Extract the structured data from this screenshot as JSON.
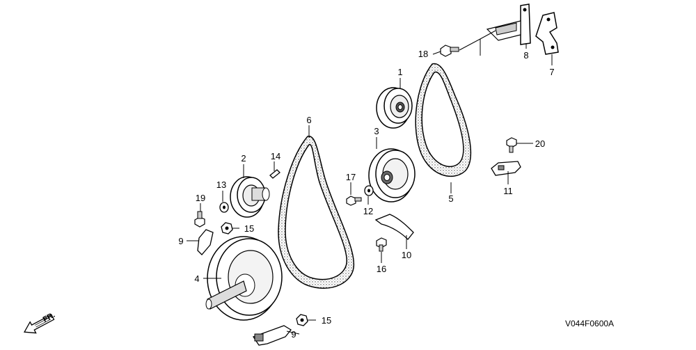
{
  "diagram_code": "V044F0600A",
  "front_indicator": "FR.",
  "callouts": [
    "1",
    "2",
    "3",
    "4",
    "5",
    "6",
    "7",
    "8",
    "9",
    "10",
    "11",
    "12",
    "13",
    "14",
    "15",
    "16",
    "17",
    "18",
    "19",
    "20",
    "9",
    "15"
  ],
  "parts": [
    {
      "ref": "1",
      "icon": "small-pulley-icon"
    },
    {
      "ref": "2",
      "icon": "pulley-icon"
    },
    {
      "ref": "3",
      "icon": "pulley-icon"
    },
    {
      "ref": "4",
      "icon": "large-pulley-shaft-icon"
    },
    {
      "ref": "5",
      "icon": "belt-icon"
    },
    {
      "ref": "6",
      "icon": "belt-icon"
    },
    {
      "ref": "7",
      "icon": "bracket-icon"
    },
    {
      "ref": "8",
      "icon": "bracket-icon"
    },
    {
      "ref": "9",
      "icon": "belt-guide-icon"
    },
    {
      "ref": "10",
      "icon": "belt-guard-icon"
    },
    {
      "ref": "11",
      "icon": "clip-icon"
    },
    {
      "ref": "12",
      "icon": "washer-icon"
    },
    {
      "ref": "13",
      "icon": "washer-icon"
    },
    {
      "ref": "14",
      "icon": "pin-icon"
    },
    {
      "ref": "15",
      "icon": "nut-icon"
    },
    {
      "ref": "16",
      "icon": "bolt-icon"
    },
    {
      "ref": "17",
      "icon": "bolt-icon"
    },
    {
      "ref": "18",
      "icon": "bolt-icon"
    },
    {
      "ref": "19",
      "icon": "bolt-icon"
    },
    {
      "ref": "20",
      "icon": "bolt-icon"
    }
  ]
}
